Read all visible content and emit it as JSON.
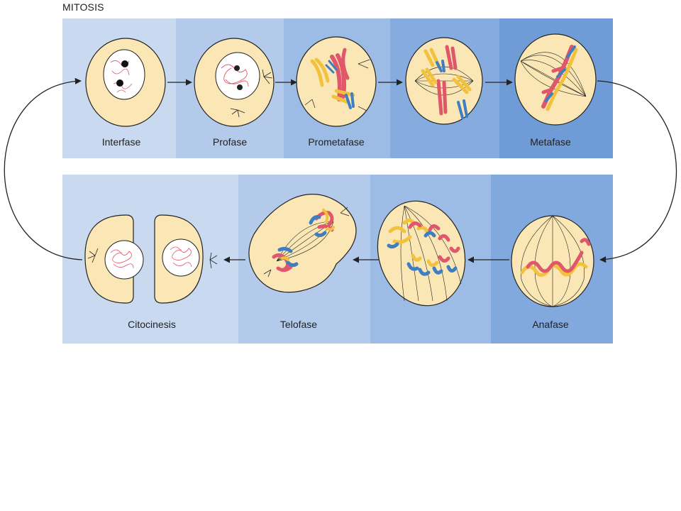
{
  "title": "MITOSIS",
  "colors": {
    "bands_top": [
      "#c9d9ef",
      "#b3caea",
      "#9cbbe5",
      "#86acdf",
      "#6f9bd6"
    ],
    "bands_bottom": [
      "#c9d9ef",
      "#b3caea",
      "#9cbbe5",
      "#82a9de"
    ],
    "cell": "#fbe7b5",
    "nucleus": "#ffffff",
    "red": "#e0566a",
    "yellow": "#f2c23c",
    "blue": "#3f7fc1",
    "line": "#222222"
  },
  "stages": {
    "interfase": "Interfase",
    "profase": "Profase",
    "prometafase": "Prometafase",
    "metafase": "Metafase",
    "anafase": "Anafase",
    "telofase": "Telofase",
    "citocinesis": "Citocinesis"
  }
}
